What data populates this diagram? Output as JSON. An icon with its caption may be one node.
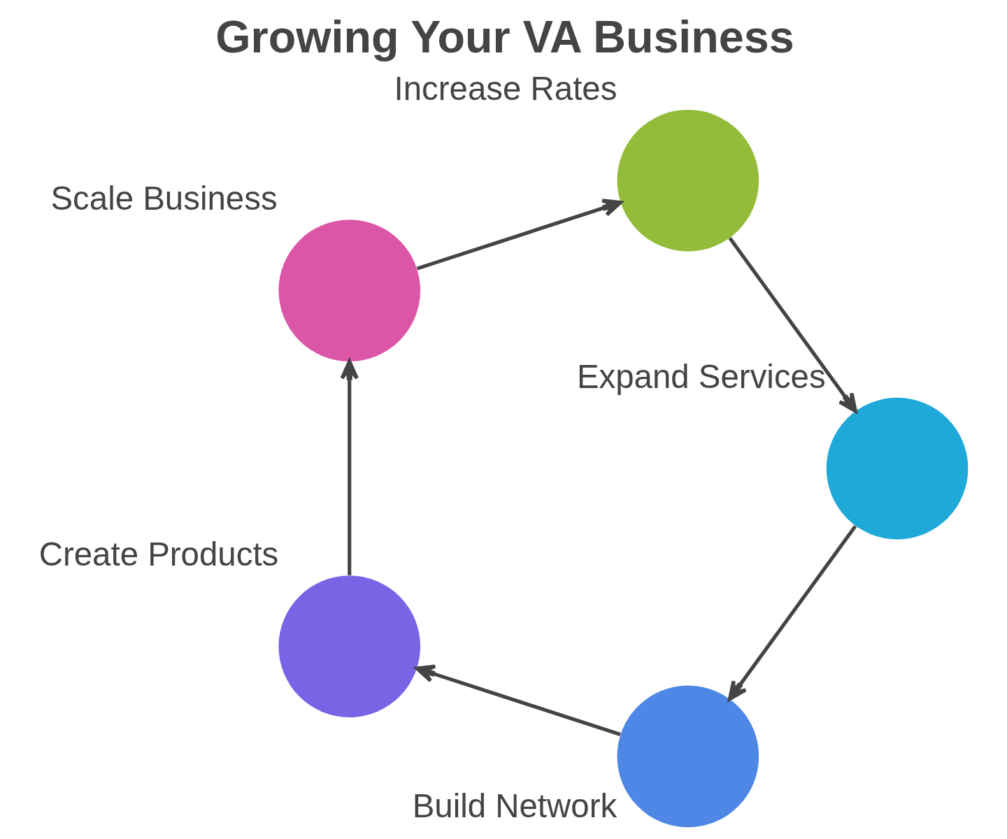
{
  "diagram": {
    "title": "Growing Your VA Business",
    "nodes": [
      {
        "text": [],
        "shape": "circle",
        "beside": [
          "Increase Rates"
        ]
      },
      {
        "text": [],
        "shape": "circle",
        "beside": [
          "Expand Services"
        ]
      },
      {
        "text": [],
        "shape": "circle",
        "beside": [
          "Build Network"
        ]
      },
      {
        "text": [],
        "shape": "circle",
        "beside": [
          "Create Products"
        ]
      },
      {
        "text": [],
        "shape": "circle",
        "beside": [
          "Scale Business"
        ]
      }
    ],
    "edges": [
      {
        "from": 0,
        "to": 1,
        "arrow": "to"
      },
      {
        "from": 1,
        "to": 2,
        "arrow": "to"
      },
      {
        "from": 2,
        "to": 3,
        "arrow": "to"
      },
      {
        "from": 3,
        "to": 4,
        "arrow": "to"
      },
      {
        "from": 4,
        "to": 0,
        "arrow": "to"
      }
    ]
  }
}
